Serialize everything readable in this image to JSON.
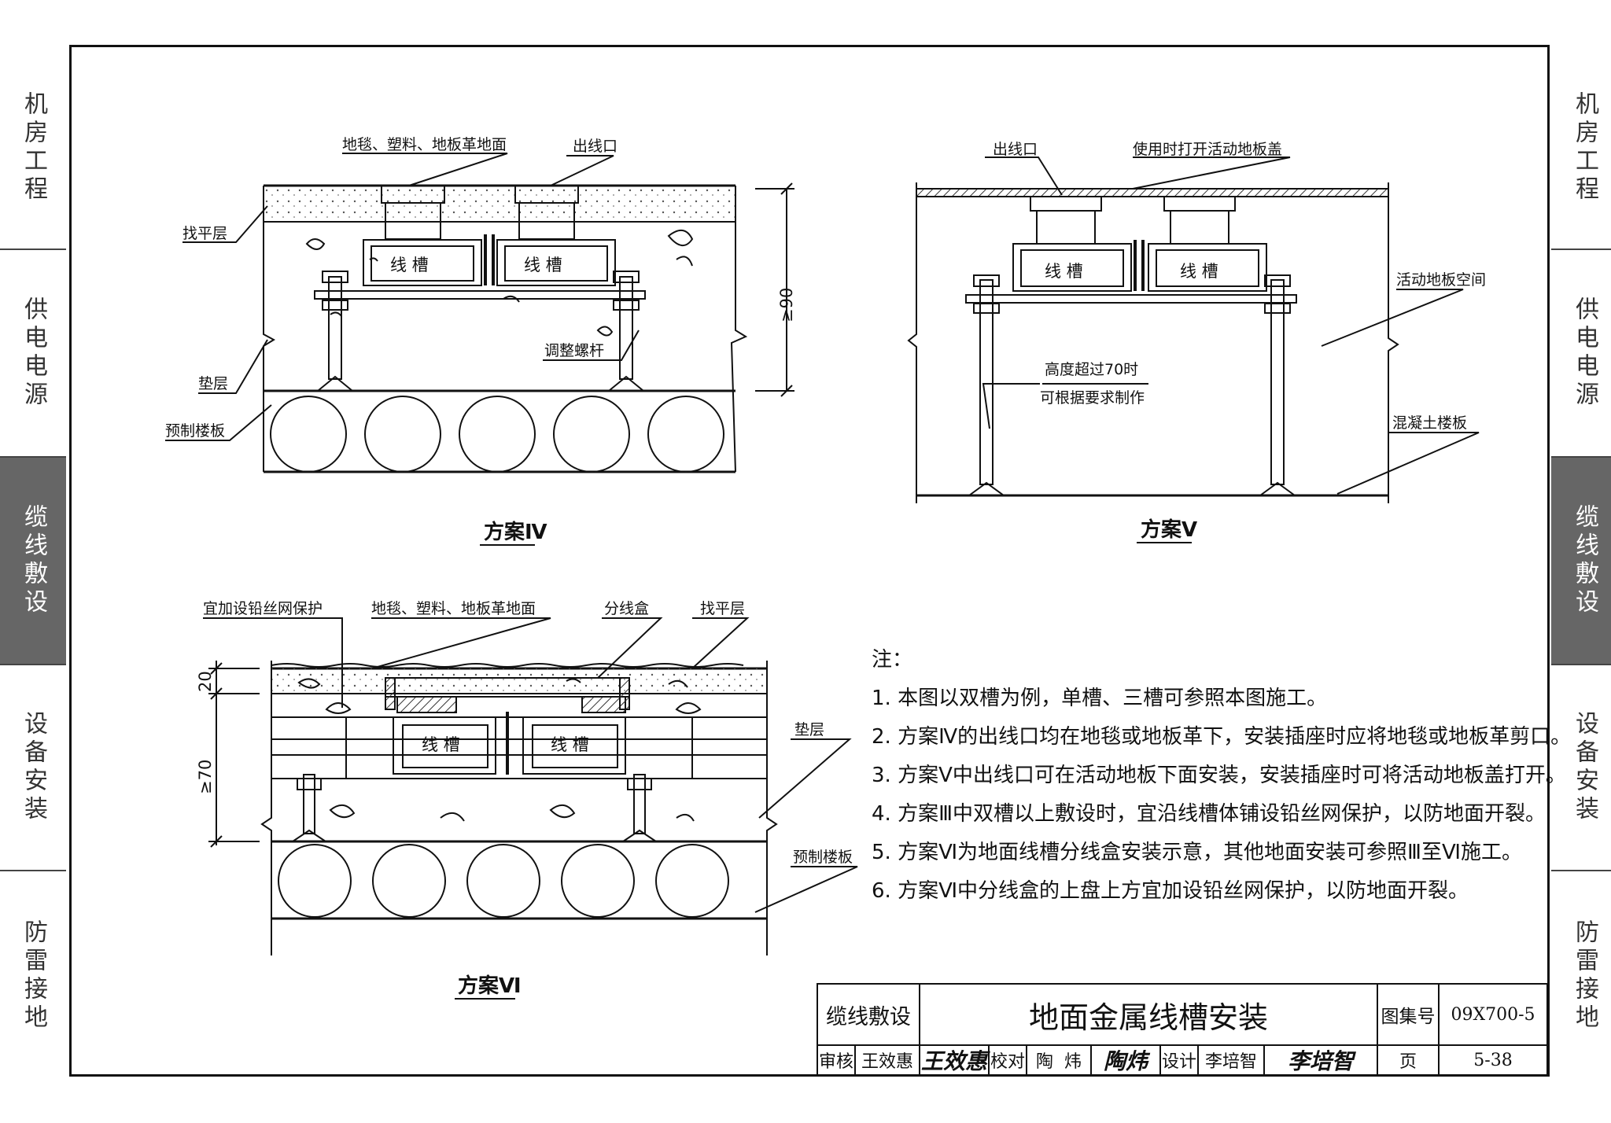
{
  "side_tabs": [
    {
      "label": "机房工程",
      "active": false
    },
    {
      "label": "供电电源",
      "active": false
    },
    {
      "label": "缆线敷设",
      "active": true
    },
    {
      "label": "设备安装",
      "active": false
    },
    {
      "label": "防雷接地",
      "active": false
    }
  ],
  "scheme_iv": {
    "title": "方案Ⅳ",
    "labels": {
      "floor_surface": "地毯、塑料、地板革地面",
      "outlet": "出线口",
      "leveling_layer": "找平层",
      "trough1": "线  槽",
      "trough2": "线  槽",
      "adjust_rod": "调整螺杆",
      "cushion": "垫层",
      "slab": "预制楼板",
      "dimension": "≥90"
    }
  },
  "scheme_v": {
    "title": "方案Ⅴ",
    "labels": {
      "outlet": "出线口",
      "open_cover": "使用时打开活动地板盖",
      "trough1": "线  槽",
      "trough2": "线  槽",
      "floor_space": "活动地板空间",
      "height_note_1": "高度超过70时",
      "height_note_2": "可根据要求制作",
      "concrete_slab": "混凝土楼板"
    }
  },
  "scheme_vi": {
    "title": "方案Ⅵ",
    "labels": {
      "wire_mesh": "宜加设铅丝网保护",
      "floor_surface": "地毯、塑料、地板革地面",
      "junction_box": "分线盒",
      "leveling_layer": "找平层",
      "dim_20": "20",
      "dim_70": "≥70",
      "trough1": "线  槽",
      "trough2": "线  槽",
      "cushion": "垫层",
      "slab": "预制楼板"
    }
  },
  "notes": {
    "heading": "注：",
    "items": [
      "1.  本图以双槽为例，单槽、三槽可参照本图施工。",
      "2.  方案Ⅳ的出线口均在地毯或地板革下，安装插座时应将地毯或地板革剪口。",
      "3.  方案Ⅴ中出线口可在活动地板下面安装，安装插座时可将活动地板盖打开。",
      "4.  方案Ⅲ中双槽以上敷设时，宜沿线槽体铺设铅丝网保护，以防地面开裂。",
      "5.  方案Ⅵ为地面线槽分线盒安装示意，其他地面安装可参照Ⅲ至Ⅵ施工。",
      "6.  方案Ⅵ中分线盒的上盘上方宜加设铅丝网保护，以防地面开裂。"
    ]
  },
  "title_block": {
    "category": "缆线敷设",
    "title": "地面金属线槽安装",
    "atlas_label": "图集号",
    "atlas_no": "09X700-5",
    "review_label": "审核",
    "reviewer": "王效惠",
    "reviewer_sig": "王效惠",
    "check_label": "校对",
    "checker": "陶  炜",
    "checker_sig": "陶炜",
    "design_label": "设计",
    "designer": "李培智",
    "designer_sig": "李培智",
    "page_label": "页",
    "page_no": "5-38"
  }
}
